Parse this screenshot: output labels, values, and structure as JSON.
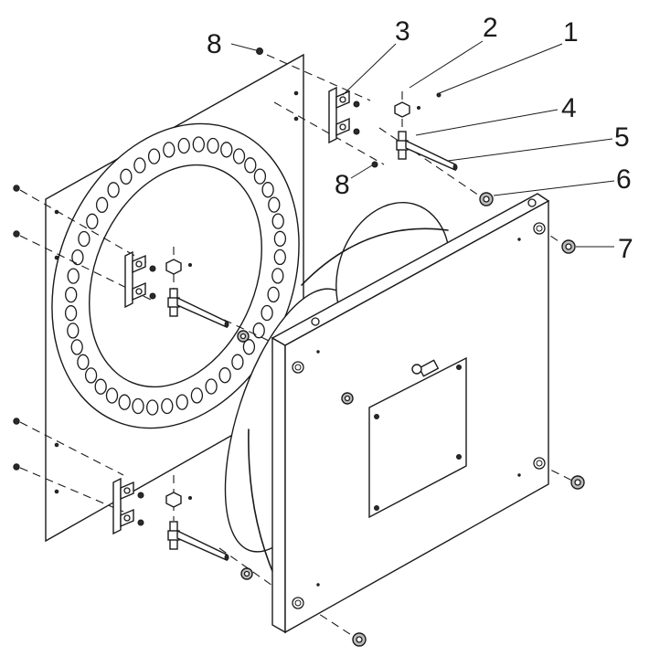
{
  "diagram": {
    "callouts": [
      {
        "id": "c1",
        "label": "1"
      },
      {
        "id": "c2",
        "label": "2"
      },
      {
        "id": "c3",
        "label": "3"
      },
      {
        "id": "c4",
        "label": "4"
      },
      {
        "id": "c5",
        "label": "5"
      },
      {
        "id": "c6",
        "label": "6"
      },
      {
        "id": "c7",
        "label": "7"
      },
      {
        "id": "c8a",
        "label": "8"
      },
      {
        "id": "c8b",
        "label": "8"
      }
    ],
    "colors": {
      "line": "#1a1a1a",
      "background": "#ffffff",
      "panel_face": "#ffffff"
    }
  }
}
